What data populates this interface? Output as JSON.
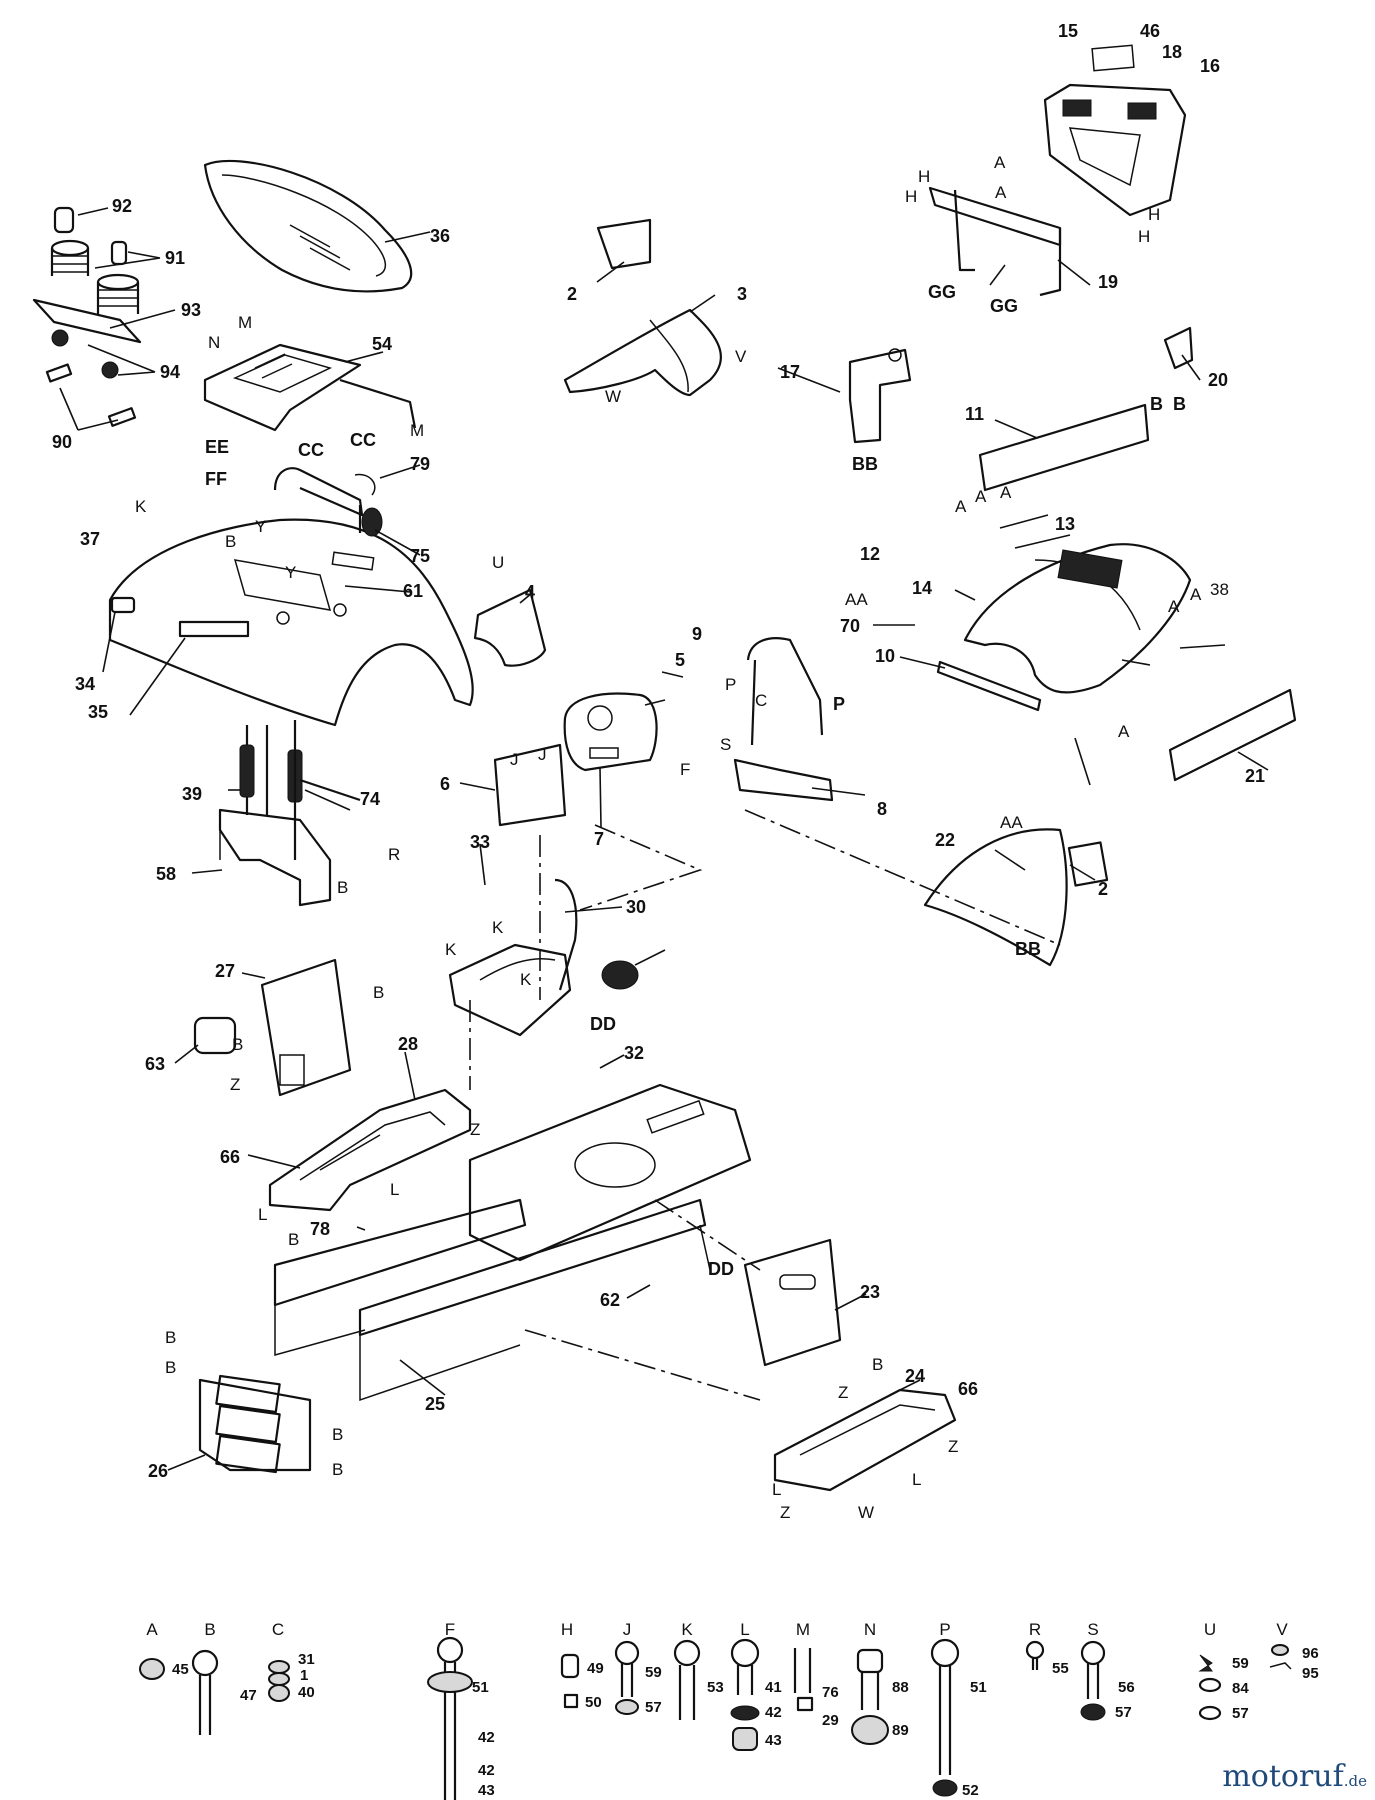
{
  "callouts": [
    "92",
    "91",
    "93",
    "94",
    "90",
    "36",
    "2",
    "3",
    "15",
    "46",
    "18",
    "16",
    "19",
    "17",
    "20",
    "54",
    "79",
    "75",
    "61",
    "37",
    "34",
    "35",
    "4",
    "9",
    "5",
    "8",
    "7",
    "6",
    "39",
    "74",
    "58",
    "33",
    "30",
    "27",
    "63",
    "28",
    "66",
    "78",
    "32",
    "62",
    "25",
    "26",
    "23",
    "24",
    "66",
    "11",
    "12",
    "13",
    "14",
    "70",
    "10",
    "21",
    "22",
    "2",
    "GG",
    "GG",
    "A",
    "A",
    "H",
    "H",
    "H",
    "H",
    "B",
    "B",
    "BB",
    "BB",
    "M",
    "N",
    "M",
    "EE",
    "FF",
    "CC",
    "CC",
    "K",
    "B",
    "Y",
    "Y",
    "U",
    "P",
    "C",
    "P",
    "S",
    "F",
    "J",
    "J",
    "R",
    "K",
    "K",
    "K",
    "DD",
    "DD",
    "B",
    "B",
    "B",
    "Z",
    "Z",
    "L",
    "L",
    "B",
    "B",
    "B",
    "B",
    "B",
    "B",
    "Z",
    "Z",
    "L",
    "L",
    "Z",
    "W",
    "V",
    "W",
    "AA",
    "AA",
    "A",
    "A",
    "A",
    "A",
    "A",
    "A",
    "38"
  ],
  "hardware_legend": {
    "A": {
      "letter": "A",
      "parts": [
        "45"
      ]
    },
    "B": {
      "letter": "B",
      "parts": [
        "47"
      ]
    },
    "C": {
      "letter": "C",
      "parts": [
        "31",
        "1",
        "40"
      ]
    },
    "F": {
      "letter": "F",
      "parts": [
        "51",
        "42",
        "42",
        "43"
      ]
    },
    "H": {
      "letter": "H",
      "parts": [
        "49",
        "50"
      ]
    },
    "J": {
      "letter": "J",
      "parts": [
        "59",
        "57"
      ]
    },
    "K": {
      "letter": "K",
      "parts": [
        "53"
      ]
    },
    "L": {
      "letter": "L",
      "parts": [
        "41",
        "42",
        "43"
      ]
    },
    "M": {
      "letter": "M",
      "parts": [
        "76",
        "29"
      ]
    },
    "N": {
      "letter": "N",
      "parts": [
        "88",
        "89"
      ]
    },
    "P": {
      "letter": "P",
      "parts": [
        "51",
        "52"
      ]
    },
    "R": {
      "letter": "R",
      "parts": [
        "55"
      ]
    },
    "S": {
      "letter": "S",
      "parts": [
        "56",
        "57"
      ]
    },
    "U": {
      "letter": "U",
      "parts": [
        "59",
        "84",
        "57"
      ]
    },
    "V": {
      "letter": "V",
      "parts": [
        "96",
        "95"
      ]
    }
  },
  "watermark": {
    "brand": "motoruf",
    "tld": ".de"
  }
}
